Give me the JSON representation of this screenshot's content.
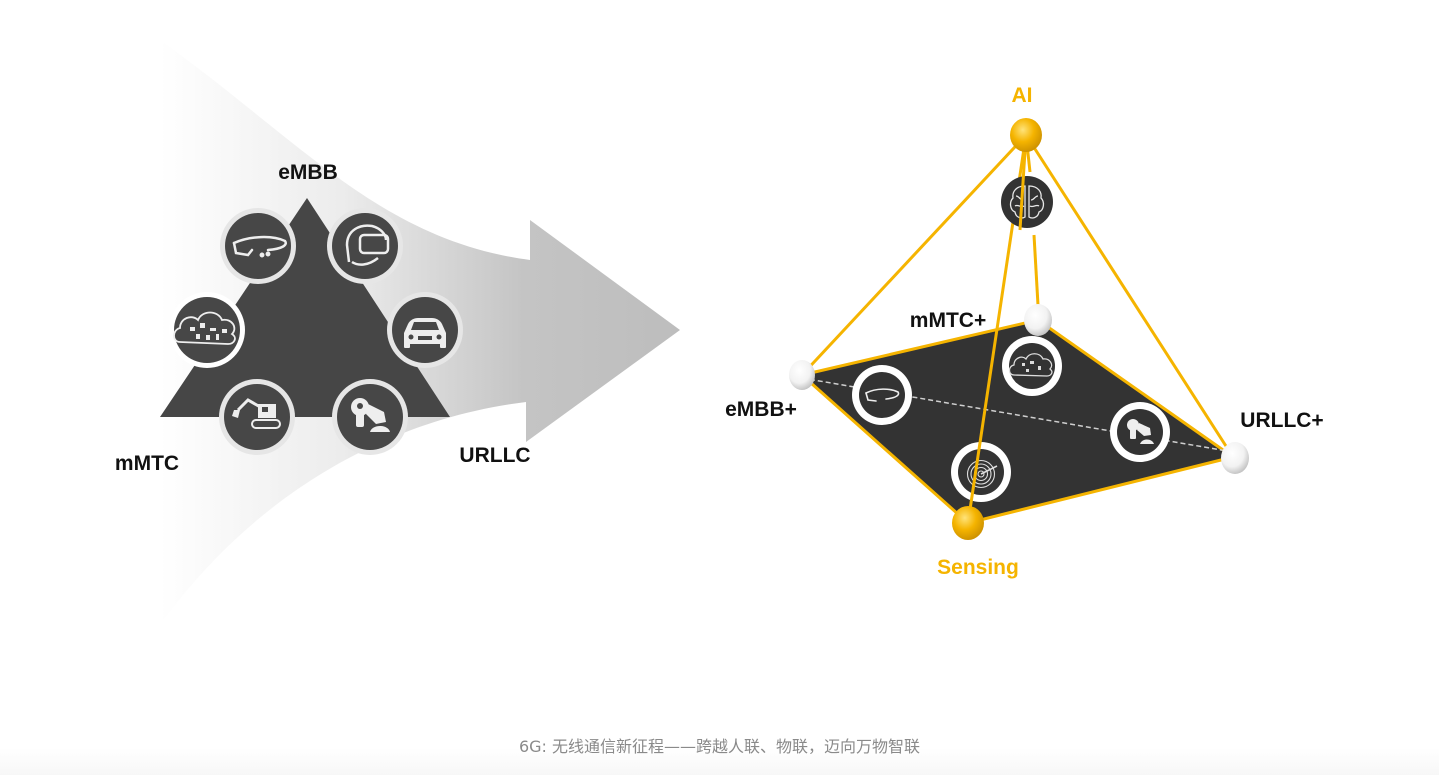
{
  "left_diagram": {
    "labels": {
      "top": "eMBB",
      "bottom_left": "mMTC",
      "bottom_right": "URLLC"
    },
    "icons": [
      {
        "name": "smart-glasses-icon"
      },
      {
        "name": "vr-headset-icon"
      },
      {
        "name": "iot-cloud-icon"
      },
      {
        "name": "car-icon"
      },
      {
        "name": "excavator-icon"
      },
      {
        "name": "medical-robot-icon"
      }
    ]
  },
  "right_diagram": {
    "labels": {
      "apex": "AI",
      "bottom": "Sensing",
      "left": "eMBB+",
      "back": "mMTC+",
      "right": "URLLC+"
    },
    "icons": [
      {
        "name": "brain-icon"
      },
      {
        "name": "smart-glasses-icon"
      },
      {
        "name": "iot-cloud-icon"
      },
      {
        "name": "medical-robot-icon"
      },
      {
        "name": "radar-icon"
      }
    ],
    "colors": {
      "accent": "#f5b400",
      "plane": "#333333",
      "label": "#111111"
    }
  },
  "caption": "6G: 无线通信新征程——跨越人联、物联，迈向万物智联"
}
